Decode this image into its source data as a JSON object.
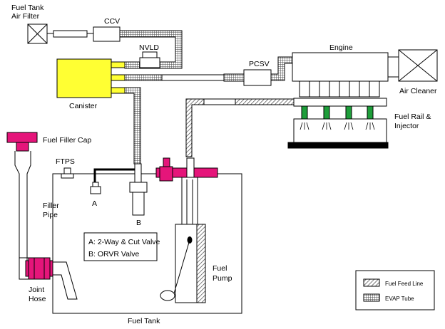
{
  "labels": {
    "fuel_tank_air_filter_1": "Fuel Tank",
    "fuel_tank_air_filter_2": "Air Filter",
    "ccv": "CCV",
    "nvld": "NVLD",
    "canister": "Canister",
    "pcsv": "PCSV",
    "engine": "Engine",
    "air_cleaner": "Air Cleaner",
    "fuel_rail_1": "Fuel Rail &",
    "fuel_rail_2": "Injector",
    "fuel_filler_cap": "Fuel Filler Cap",
    "ftps": "FTPS",
    "filler_pipe_1": "Filler",
    "filler_pipe_2": "Pipe",
    "valve_a": "A",
    "valve_b": "B",
    "joint_hose_1": "Joint",
    "joint_hose_2": "Hose",
    "fuel_pump_1": "Fuel",
    "fuel_pump_2": "Pump",
    "fuel_tank": "Fuel Tank"
  },
  "valve_legend": {
    "a": "A: 2-Way & Cut Valve",
    "b": "B: ORVR Valve"
  },
  "line_legend": {
    "feed": "Fuel Feed Line",
    "evap": "EVAP Tube"
  },
  "colors": {
    "canister": "#ffff33",
    "magenta": "#e5157a",
    "injector": "#1e9e3a",
    "rail": "#000000"
  }
}
